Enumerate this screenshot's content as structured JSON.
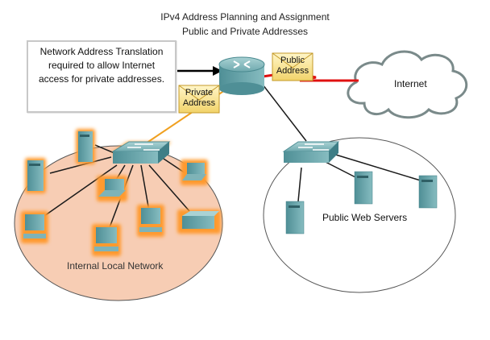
{
  "header": {
    "title_line1": "IPv4 Address Planning and Assignment",
    "title_line2": "Public and Private Addresses"
  },
  "callout": {
    "line1": "Network Address Translation",
    "line2": "required to allow Internet",
    "line3": "access for private addresses."
  },
  "envelopes": {
    "public_line1": "Public",
    "public_line2": "Address",
    "private_line1": "Private",
    "private_line2": "Address"
  },
  "cloud": {
    "label": "Internet"
  },
  "groups": {
    "public_servers": "Public Web Servers",
    "internal_network": "Internal Local Network"
  },
  "colors": {
    "lan_fill": "#f7cdb4",
    "highlight": "#ff9a2e",
    "device_teal": "#5e9ea4",
    "nat_link": "#e01010",
    "private_link": "#f0a020"
  }
}
